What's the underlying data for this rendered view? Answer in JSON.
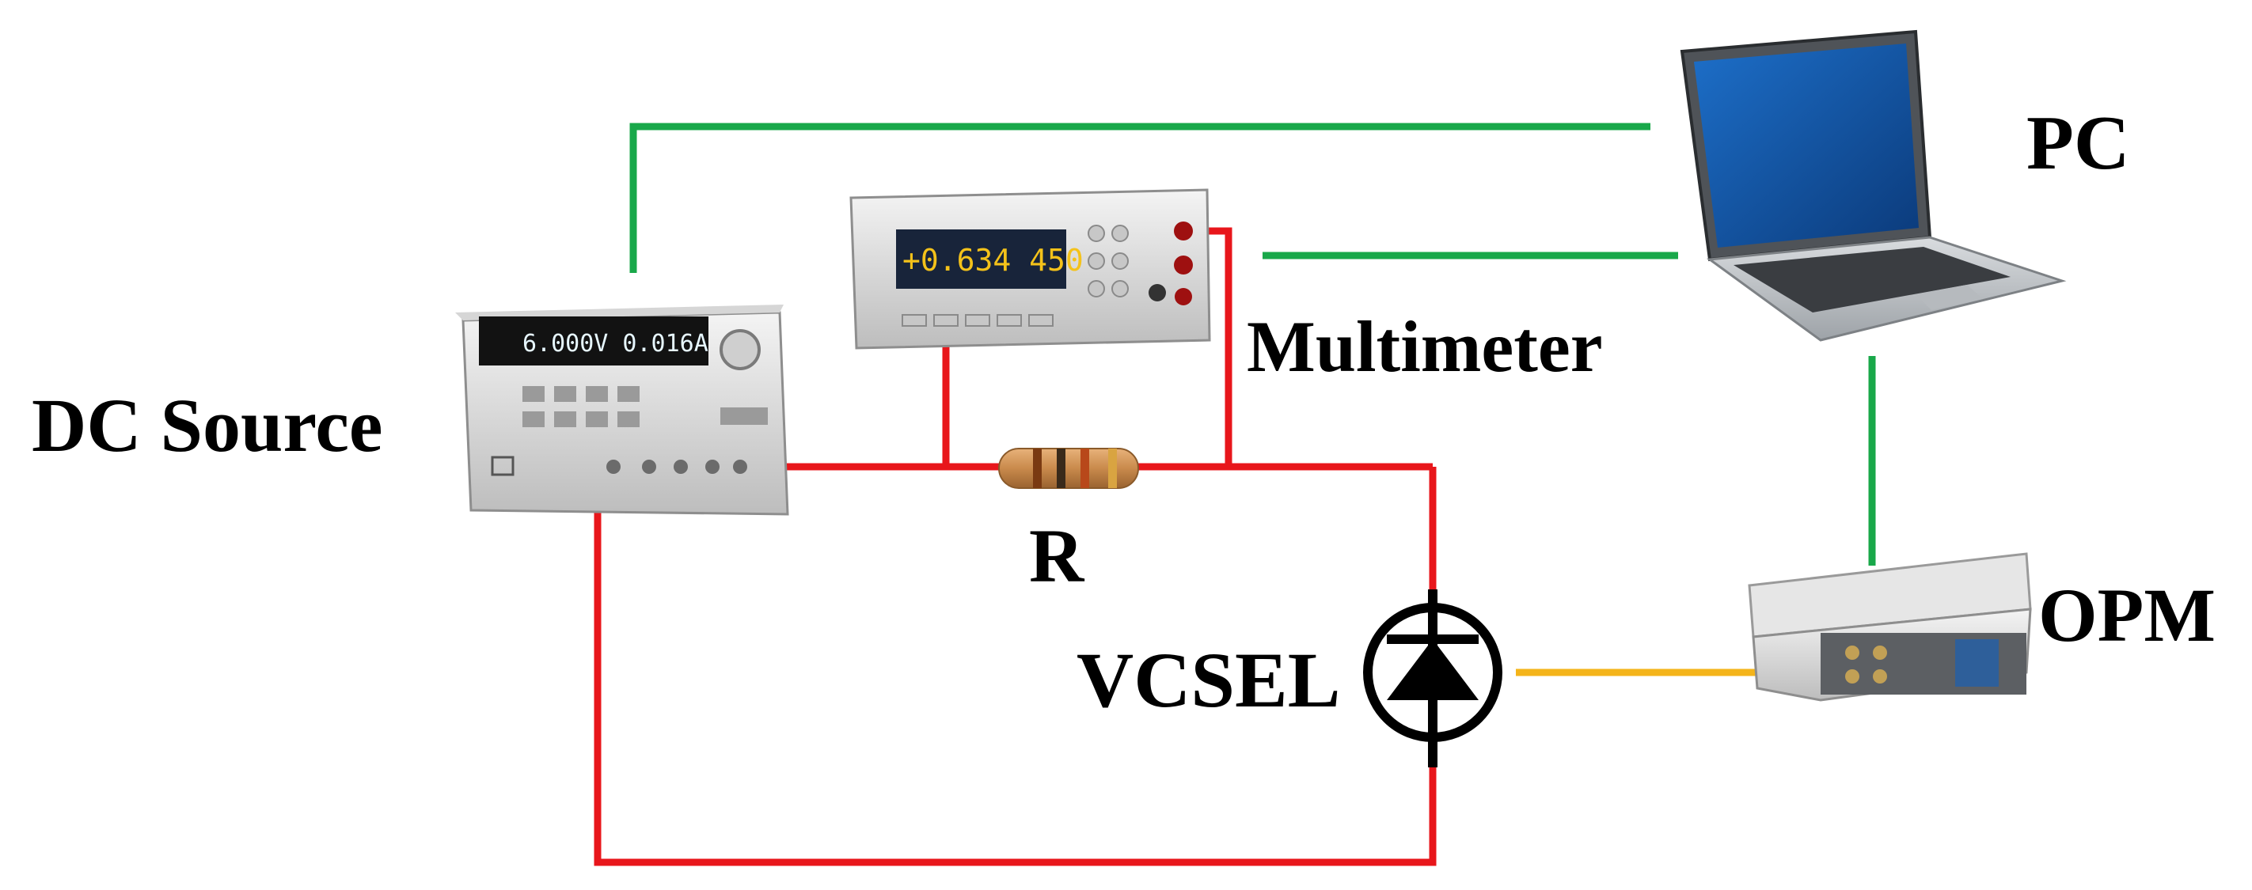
{
  "labels": {
    "dc_source": "DC Source",
    "multimeter": "Multimeter",
    "pc": "PC",
    "resistor": "R",
    "vcsel": "VCSEL",
    "opm": "OPM"
  },
  "displays": {
    "dc_source_reading": "6.000V 0.016A",
    "multimeter_reading": "+0.634 450"
  },
  "colors": {
    "circuit_wire": "#e8161b",
    "data_cable": "#19a84a",
    "optical_fiber": "#f4b41a"
  },
  "icons": {
    "resistor": "resistor-icon",
    "laser_diode": "diode-symbol-icon",
    "pc": "laptop-icon",
    "dc_source": "power-supply-icon",
    "multimeter": "multimeter-icon",
    "opm": "optical-power-meter-icon"
  }
}
